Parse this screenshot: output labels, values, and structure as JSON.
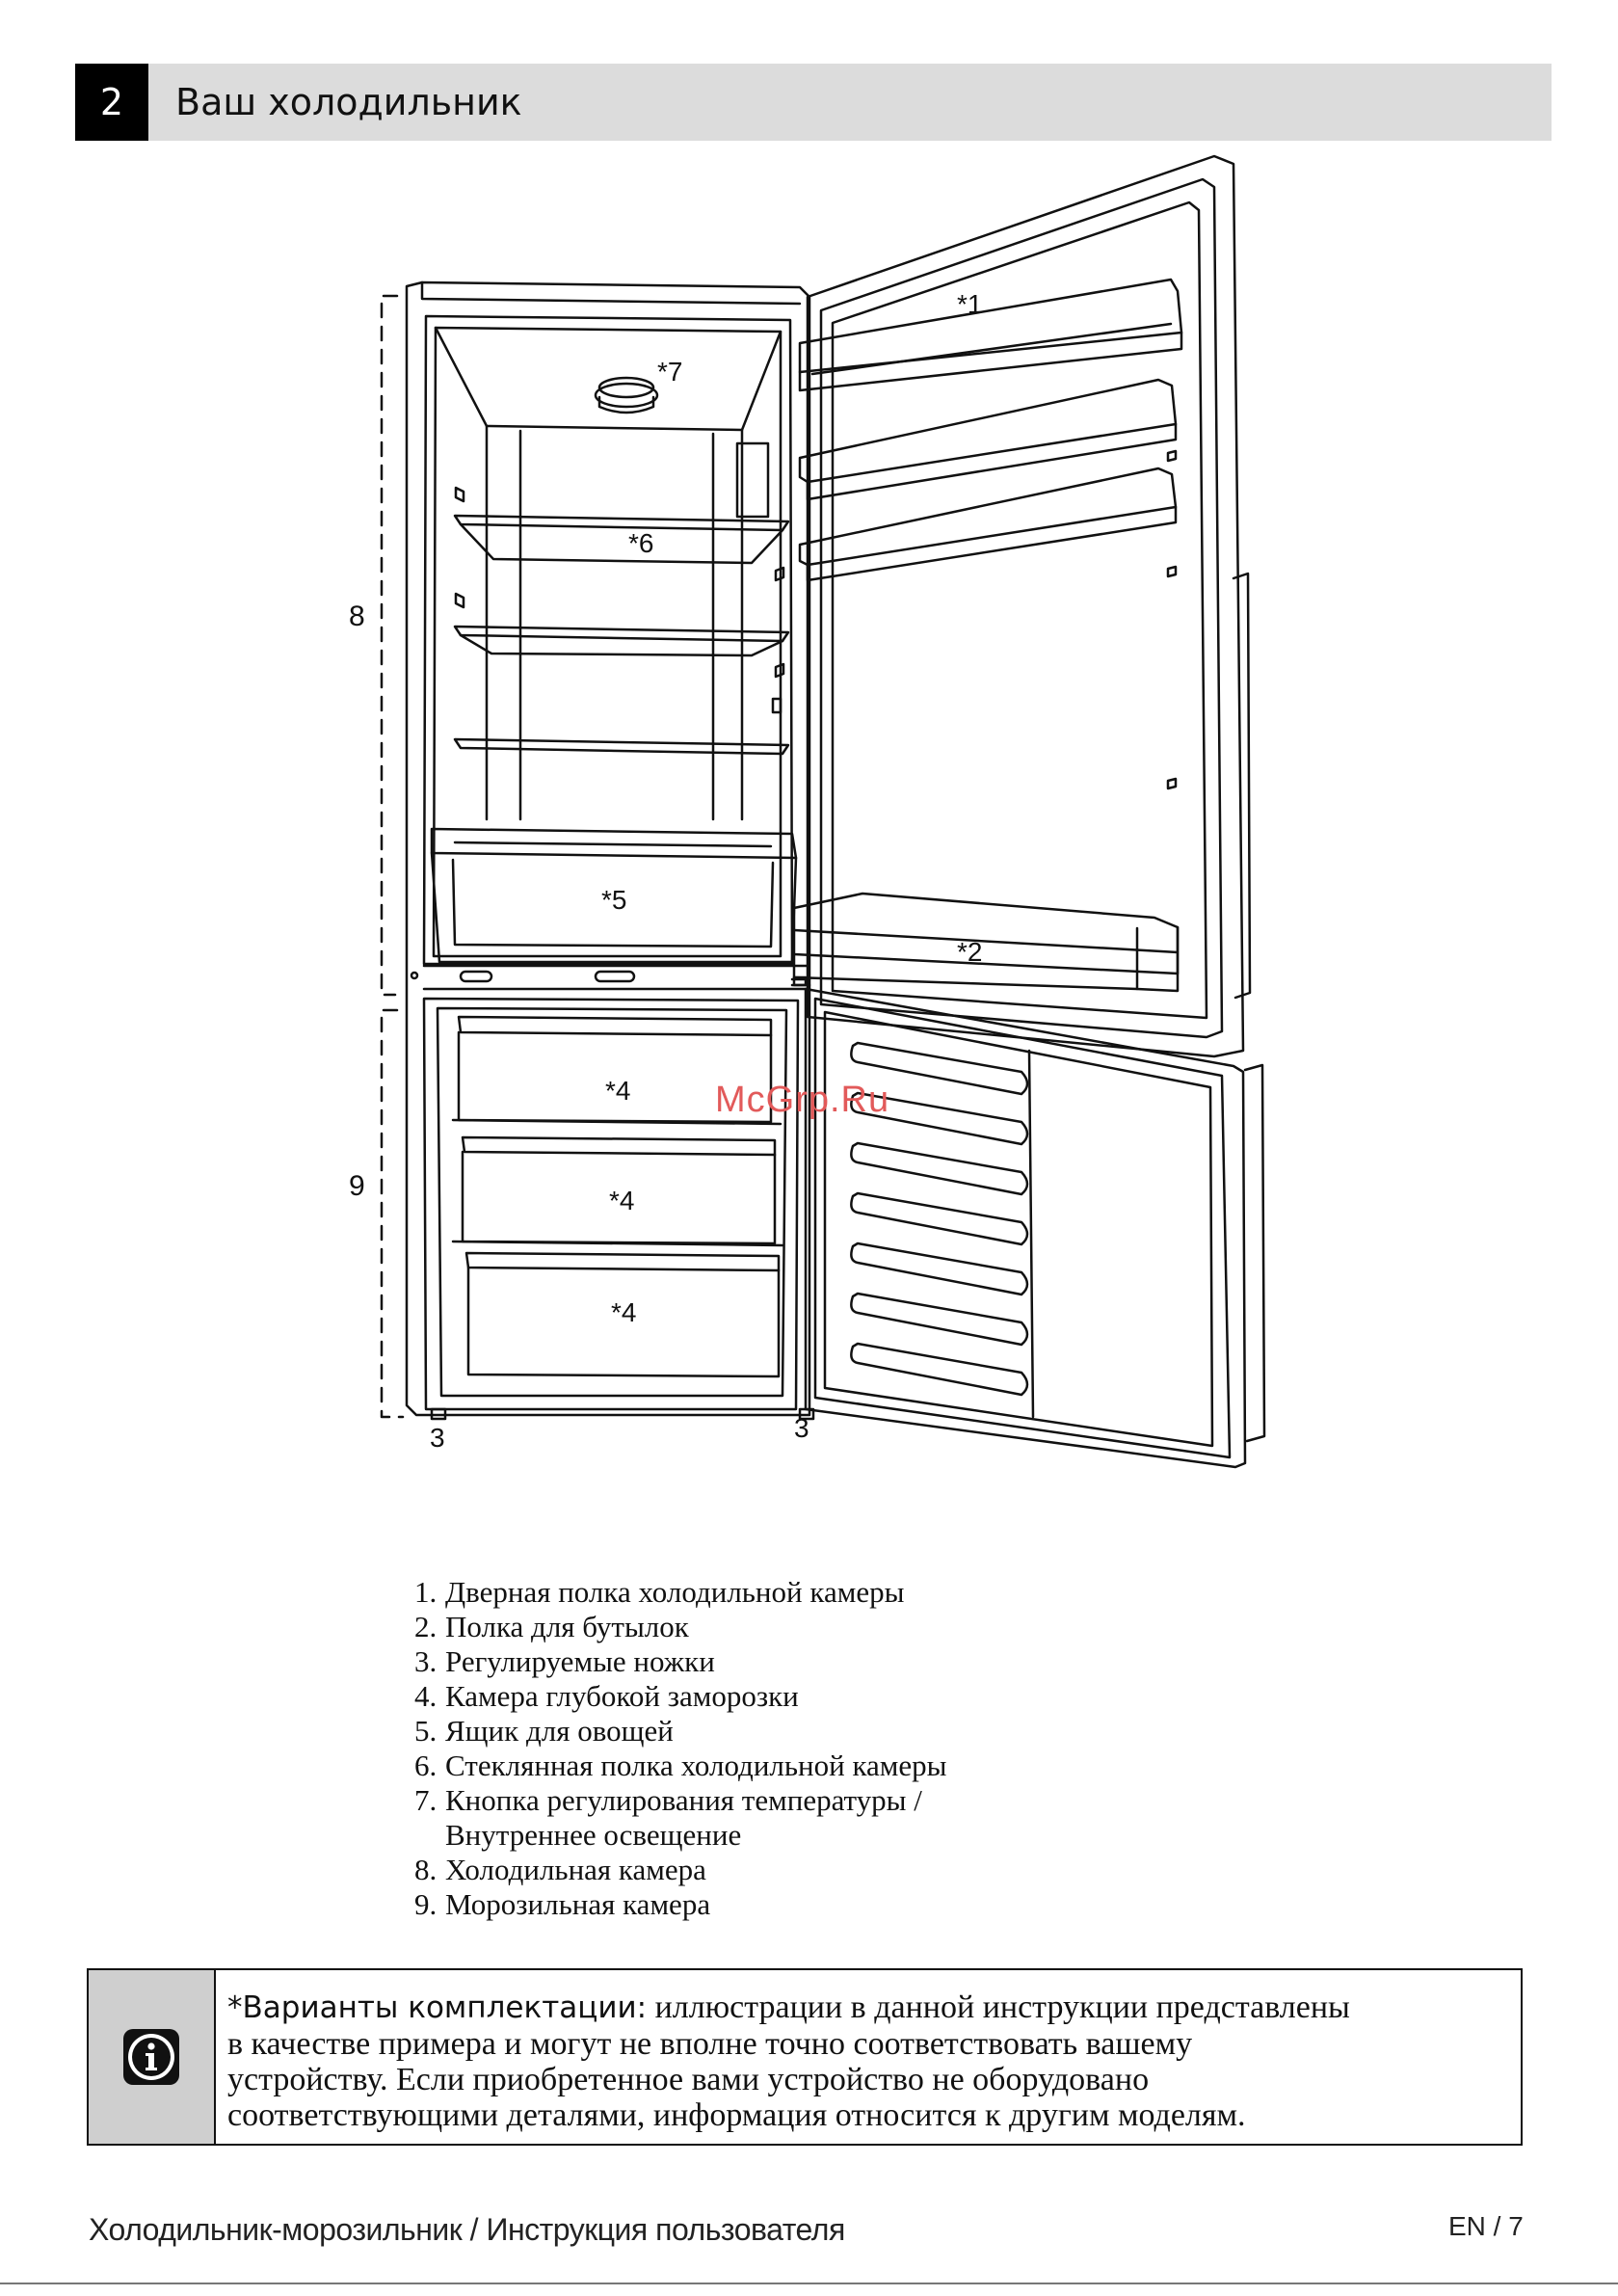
{
  "header": {
    "section_number": "2",
    "title": "Ваш холодильник"
  },
  "figure": {
    "callouts": {
      "c1": "*1",
      "c2": "*2",
      "c3a": "3",
      "c3b": "3",
      "c4a": "*4",
      "c4b": "*4",
      "c4c": "*4",
      "c5": "*5",
      "c6": "*6",
      "c7": "*7",
      "c8": "8",
      "c9": "9"
    },
    "watermark": "McGrp.Ru"
  },
  "legend": [
    {
      "num": "1.",
      "text": "Дверная полка холодильной камеры"
    },
    {
      "num": "2.",
      "text": "Полка для бутылок"
    },
    {
      "num": "3.",
      "text": "Регулируемые ножки"
    },
    {
      "num": "4.",
      "text": "Камера глубокой заморозки"
    },
    {
      "num": "5.",
      "text": "Ящик для овощей"
    },
    {
      "num": "6.",
      "text": "Стеклянная полка холодильной камеры"
    },
    {
      "num": "7.",
      "text": "Кнопка регулирования температуры /",
      "cont": "Внутреннее освещение"
    },
    {
      "num": "8.",
      "text": "Холодильная камера"
    },
    {
      "num": "9.",
      "text": "Морозильная камера"
    }
  ],
  "note": {
    "icon": "info-icon",
    "bold": "*Варианты комплектации:",
    "line1": " иллюстрации в данной инструкции представлены",
    "line2": "в качестве примера и могут не вполне точно соответствовать вашему",
    "line3": "устройству. Если приобретенное вами устройство не оборудовано",
    "line4": "соответствующими деталями, информация относится к другим моделям."
  },
  "footer": {
    "left": "Холодильник-морозильник / Инструкция пользователя",
    "right": "EN / 7"
  }
}
